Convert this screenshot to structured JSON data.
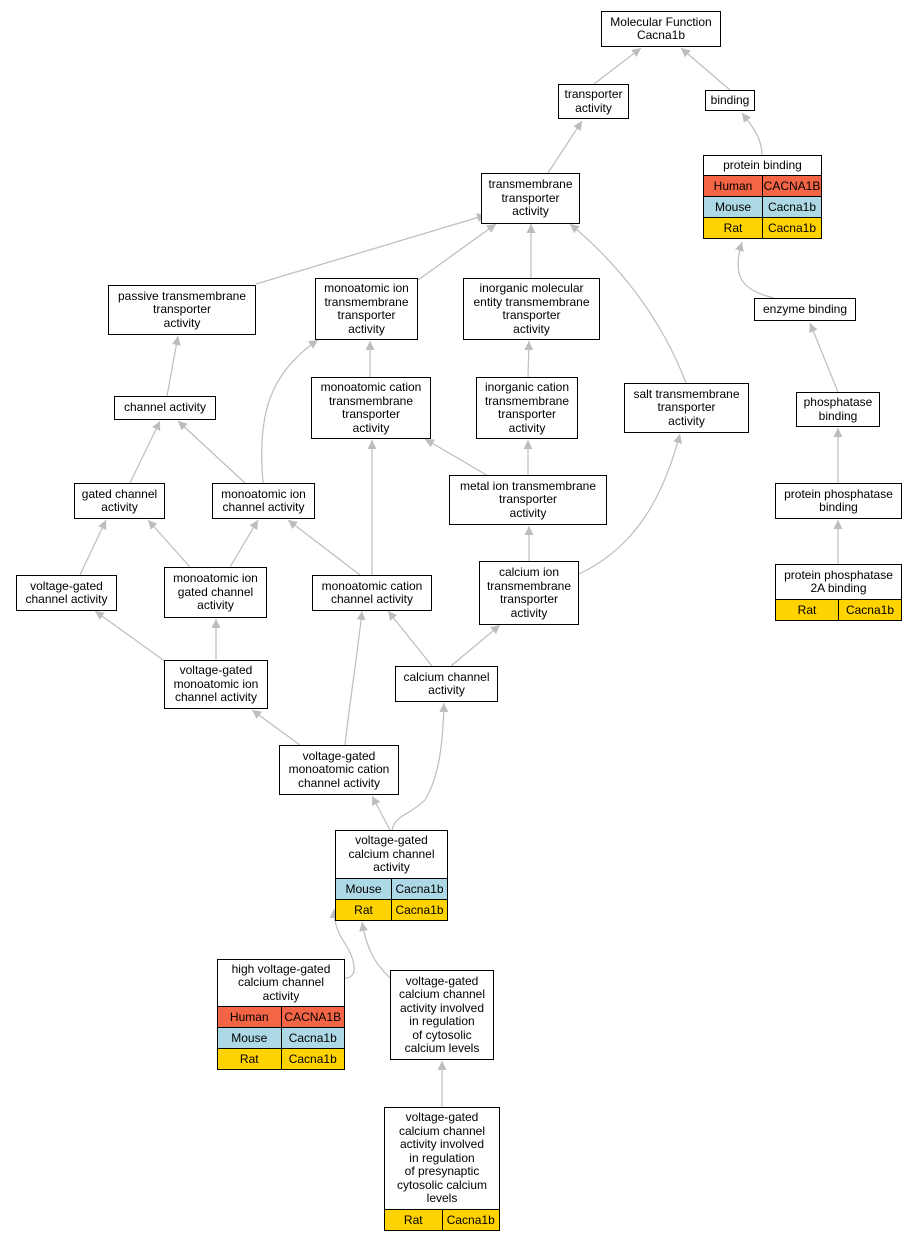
{
  "colors": {
    "edge": "#bdbdbd",
    "human": "#f46545",
    "mouse": "#add8e6",
    "rat": "#ffd300"
  },
  "nodes": {
    "mf": {
      "label": "Molecular Function\nCacna1b"
    },
    "transporter": {
      "label": "transporter\nactivity"
    },
    "binding": {
      "label": "binding"
    },
    "protein_binding": {
      "label": "protein binding",
      "orthologs": [
        {
          "species": "Human",
          "gene": "CACNA1B"
        },
        {
          "species": "Mouse",
          "gene": "Cacna1b"
        },
        {
          "species": "Rat",
          "gene": "Cacna1b"
        }
      ]
    },
    "tm_transporter": {
      "label": "transmembrane\ntransporter\nactivity"
    },
    "passive_tm": {
      "label": "passive transmembrane\ntransporter\nactivity"
    },
    "ion_tm": {
      "label": "monoatomic ion\ntransmembrane\ntransporter\nactivity"
    },
    "inorganic_mol": {
      "label": "inorganic molecular\nentity transmembrane\ntransporter\nactivity"
    },
    "enzyme_binding": {
      "label": "enzyme binding"
    },
    "channel": {
      "label": "channel activity"
    },
    "cation_tm": {
      "label": "monoatomic cation\ntransmembrane\ntransporter\nactivity"
    },
    "inorg_cation": {
      "label": "inorganic cation\ntransmembrane\ntransporter\nactivity"
    },
    "salt_tm": {
      "label": "salt transmembrane\ntransporter\nactivity"
    },
    "phosphatase_binding": {
      "label": "phosphatase\nbinding"
    },
    "gated_channel": {
      "label": "gated channel\nactivity"
    },
    "ion_channel": {
      "label": "monoatomic ion\nchannel activity"
    },
    "metal_ion": {
      "label": "metal ion transmembrane\ntransporter\nactivity"
    },
    "pp_binding": {
      "label": "protein phosphatase\nbinding"
    },
    "vg_channel": {
      "label": "voltage-gated\nchannel activity"
    },
    "ion_gated": {
      "label": "monoatomic ion\ngated channel\nactivity"
    },
    "cation_channel": {
      "label": "monoatomic cation\nchannel activity"
    },
    "calcium_tm": {
      "label": "calcium ion\ntransmembrane\ntransporter\nactivity"
    },
    "pp2a": {
      "label": "protein phosphatase\n2A binding",
      "orthologs": [
        {
          "species": "Rat",
          "gene": "Cacna1b"
        }
      ]
    },
    "vg_ion": {
      "label": "voltage-gated\nmonoatomic ion\nchannel activity"
    },
    "calcium_channel": {
      "label": "calcium channel\nactivity"
    },
    "vg_cation": {
      "label": "voltage-gated\nmonoatomic cation\nchannel activity"
    },
    "vg_calcium": {
      "label": "voltage-gated\ncalcium channel\nactivity",
      "orthologs": [
        {
          "species": "Mouse",
          "gene": "Cacna1b"
        },
        {
          "species": "Rat",
          "gene": "Cacna1b"
        }
      ]
    },
    "hv_calcium": {
      "label": "high voltage-gated\ncalcium channel\nactivity",
      "orthologs": [
        {
          "species": "Human",
          "gene": "CACNA1B"
        },
        {
          "species": "Mouse",
          "gene": "Cacna1b"
        },
        {
          "species": "Rat",
          "gene": "Cacna1b"
        }
      ]
    },
    "vg_cyto": {
      "label": "voltage-gated\ncalcium channel\nactivity involved\nin regulation\nof cytosolic\ncalcium levels"
    },
    "vg_presyn": {
      "label": "voltage-gated\ncalcium channel\nactivity involved\nin regulation\nof presynaptic\ncytosolic calcium\nlevels",
      "orthologs": [
        {
          "species": "Rat",
          "gene": "Cacna1b"
        }
      ]
    }
  }
}
